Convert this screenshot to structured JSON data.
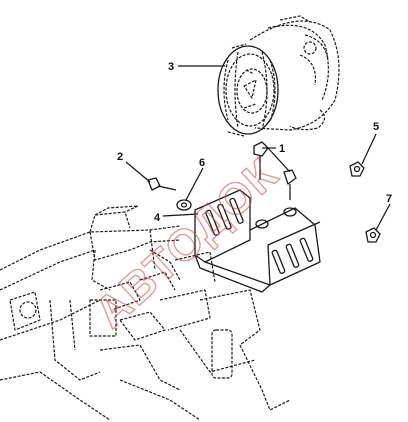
{
  "callouts": {
    "c1": "1",
    "c2": "2",
    "c3": "3",
    "c4": "4",
    "c5": "5",
    "c6": "6",
    "c7": "7"
  },
  "watermark": {
    "text": "АВТОДОК"
  },
  "colors": {
    "ink": "#1a1a1a",
    "watermark": "#d4453a",
    "background": "#ffffff"
  }
}
